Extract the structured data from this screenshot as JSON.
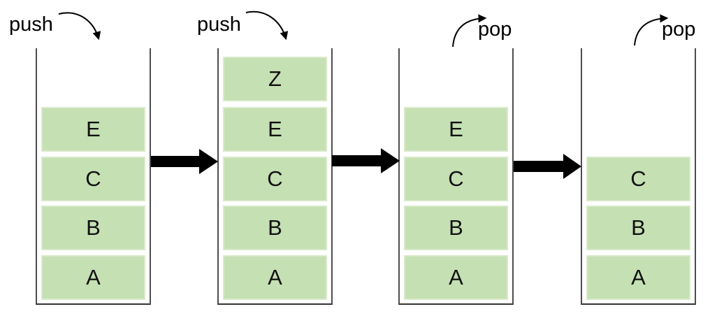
{
  "diagram": {
    "type": "stack-push-pop-sequence",
    "colors": {
      "item_fill": "#c5e0b3",
      "item_border": "#d9eaca",
      "container_line": "#4d4d4d",
      "arrow": "#000000",
      "label_text": "#000000"
    },
    "stacks": [
      {
        "operation": "push",
        "items": [
          "E",
          "C",
          "B",
          "A"
        ]
      },
      {
        "operation": "push",
        "items": [
          "Z",
          "E",
          "C",
          "B",
          "A"
        ]
      },
      {
        "operation": "pop",
        "items": [
          "E",
          "C",
          "B",
          "A"
        ]
      },
      {
        "operation": "pop",
        "items": [
          "C",
          "B",
          "A"
        ]
      }
    ]
  }
}
